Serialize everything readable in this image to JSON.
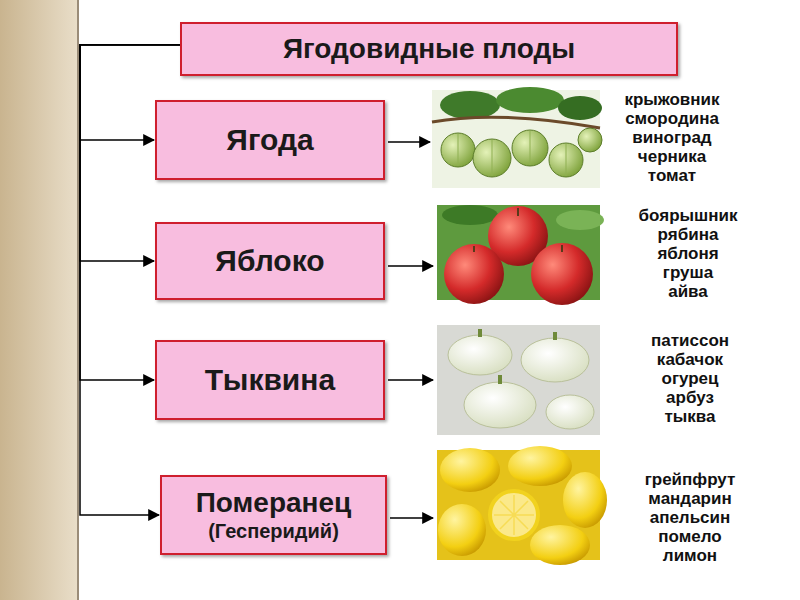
{
  "diagram": {
    "nodes": [
      {
        "text": [
          "Ягодовидные плоды"
        ]
      },
      {
        "text": [
          "Ягода"
        ]
      },
      {
        "text": [
          "Яблоко"
        ]
      },
      {
        "text": [
          "Тыквина"
        ]
      },
      {
        "text": [
          "Померанец",
          "(Гесперидий)"
        ]
      }
    ],
    "edges": [
      {
        "from": 0,
        "to": 1,
        "arrow": "to"
      },
      {
        "from": 0,
        "to": 2,
        "arrow": "to"
      },
      {
        "from": 0,
        "to": 3,
        "arrow": "to"
      },
      {
        "from": 0,
        "to": 4,
        "arrow": "to"
      }
    ],
    "labels": [
      "крыжовник",
      "смородина",
      "виноград",
      "черника",
      "томат",
      "боярышник",
      "рябина",
      "яблоня",
      "груша",
      "айва",
      "патиссон",
      "кабачок",
      "огурец",
      "арбуз",
      "тыква",
      "грейпфрут",
      "мандарин",
      "апельсин",
      "помело",
      "лимон"
    ]
  }
}
